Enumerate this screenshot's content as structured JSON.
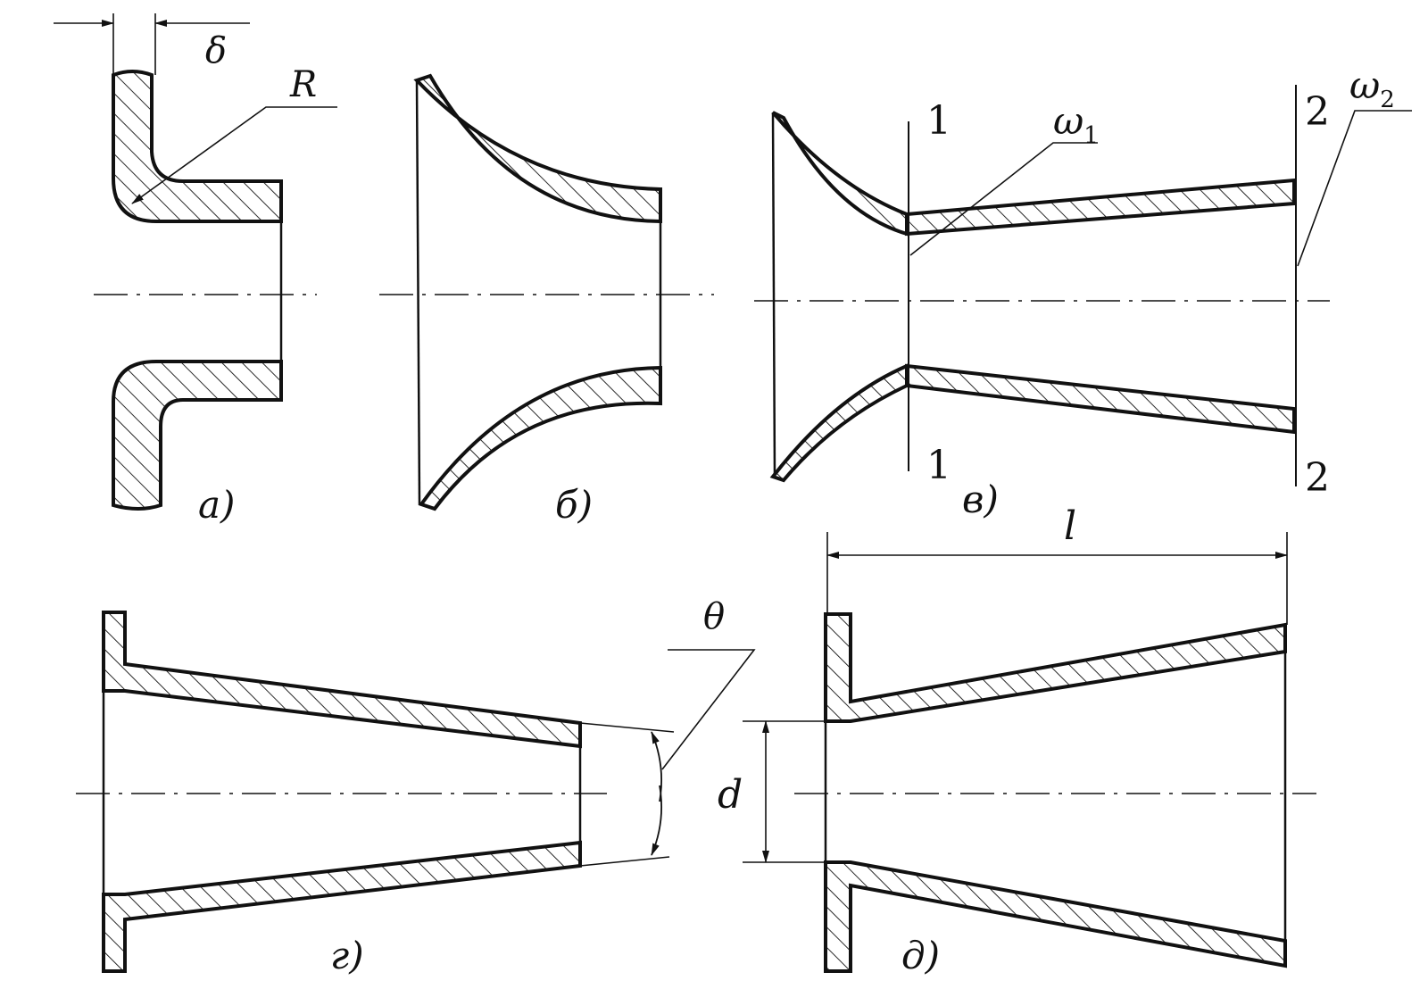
{
  "colors": {
    "ink": "#111111",
    "paper": "#ffffff"
  },
  "labels": {
    "delta": "δ",
    "radius": "R",
    "theta": "θ",
    "diameter": "d",
    "length": "l",
    "omega1_base": "ω",
    "omega1_sub": "1",
    "omega2_base": "ω",
    "omega2_sub": "2",
    "section1_top": "1",
    "section1_bottom": "1",
    "section2_top": "2",
    "section2_bottom": "2"
  },
  "figures": [
    {
      "id": "a",
      "caption": "а)"
    },
    {
      "id": "b",
      "caption": "б)"
    },
    {
      "id": "v",
      "caption": "в)"
    },
    {
      "id": "g",
      "caption": "г)"
    },
    {
      "id": "d",
      "caption": "д)"
    }
  ]
}
